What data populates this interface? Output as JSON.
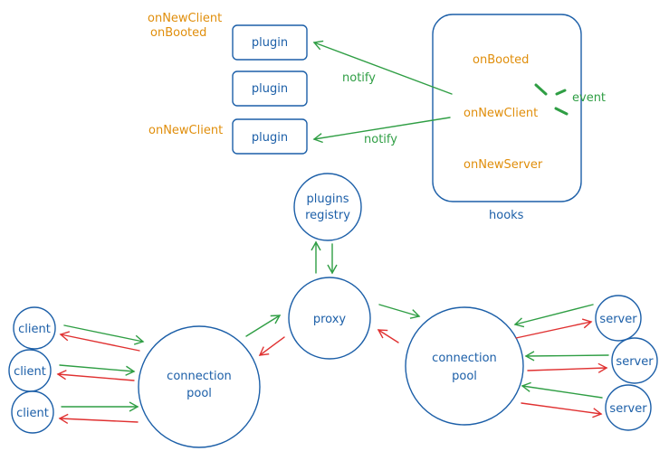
{
  "hooks": {
    "label": "hooks",
    "items": [
      "onBooted",
      "onNewClient",
      "onNewServer"
    ],
    "event_label": "event"
  },
  "plugins": {
    "labels": [
      "plugin",
      "plugin",
      "plugin"
    ],
    "hooks_top": [
      "onNewClient",
      "onBooted"
    ],
    "hooks_bottom": "onNewClient",
    "notify_top": "notify",
    "notify_bottom": "notify"
  },
  "registry": {
    "line1": "plugins",
    "line2": "registry"
  },
  "proxy": {
    "label": "proxy"
  },
  "client_pool": {
    "line1": "connection",
    "line2": "pool"
  },
  "server_pool": {
    "line1": "connection",
    "line2": "pool"
  },
  "clients": [
    "client",
    "client",
    "client"
  ],
  "servers": [
    "server",
    "server",
    "server"
  ],
  "colors": {
    "shape_stroke": "#1c5fa8",
    "hook_text": "#e08e0b",
    "arrow_green": "#2f9e44",
    "arrow_red": "#e03131"
  }
}
